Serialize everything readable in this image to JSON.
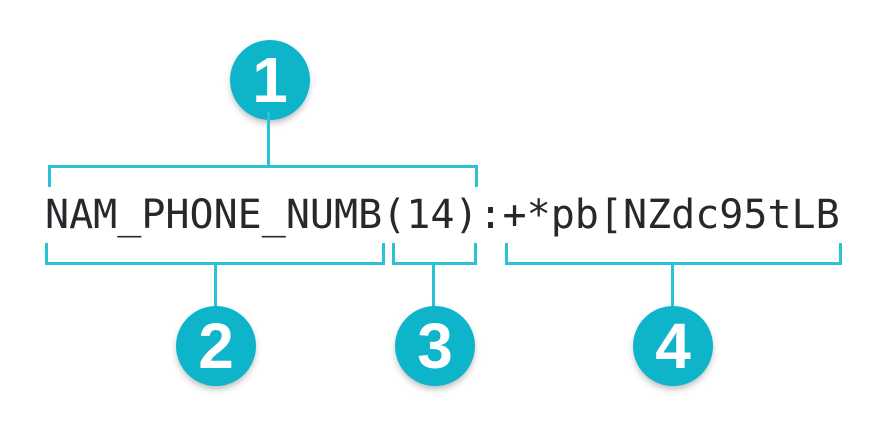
{
  "colors": {
    "circle_fill": "#0eb4c9",
    "line": "#2cc2d6",
    "code_text": "#27272c",
    "badge_text": "#ffffff",
    "page_bg": "#ffffff"
  },
  "code_string": "NAM_PHONE_NUMB(14):+*pb[NZdc95tLB",
  "annotations": [
    {
      "badge": "1",
      "span_text": "NAM_PHONE_NUMB(14)",
      "bracket": "above"
    },
    {
      "badge": "2",
      "span_text": "NAM_PHONE_NUMB",
      "bracket": "below"
    },
    {
      "badge": "3",
      "span_text": "(14)",
      "bracket": "below"
    },
    {
      "badge": "4",
      "span_text": "+*pb[NZdc95tLB",
      "bracket": "below"
    }
  ]
}
